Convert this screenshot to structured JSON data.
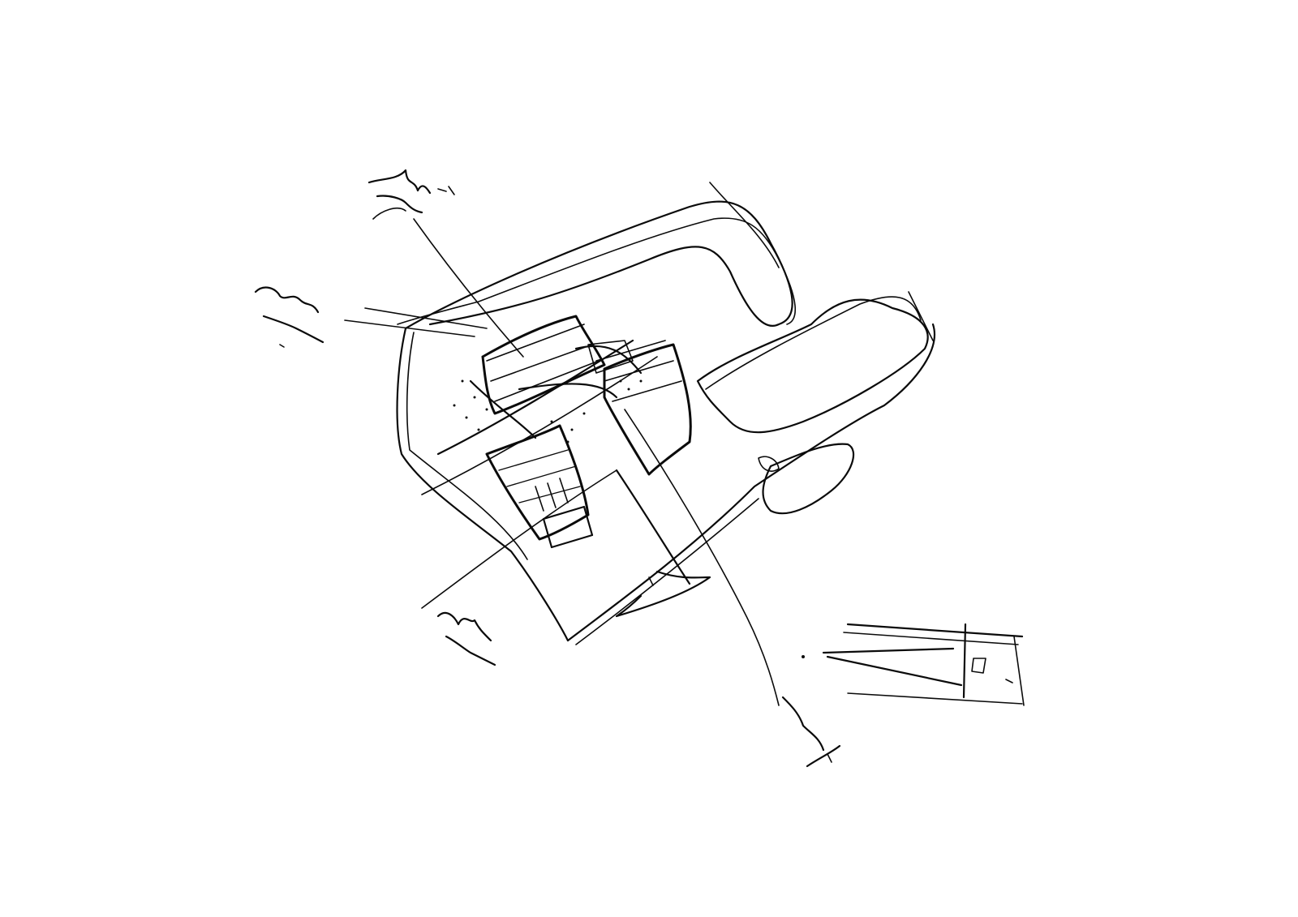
{
  "sketch": {
    "ink_color": "#0b0b0b",
    "paper_color": "#ffffff",
    "annotations": [
      {
        "id": "note-top",
        "text": ""
      },
      {
        "id": "note-left",
        "text": ""
      },
      {
        "id": "note-bottom-left",
        "text": ""
      },
      {
        "id": "note-bottom-right",
        "text": ""
      }
    ]
  }
}
